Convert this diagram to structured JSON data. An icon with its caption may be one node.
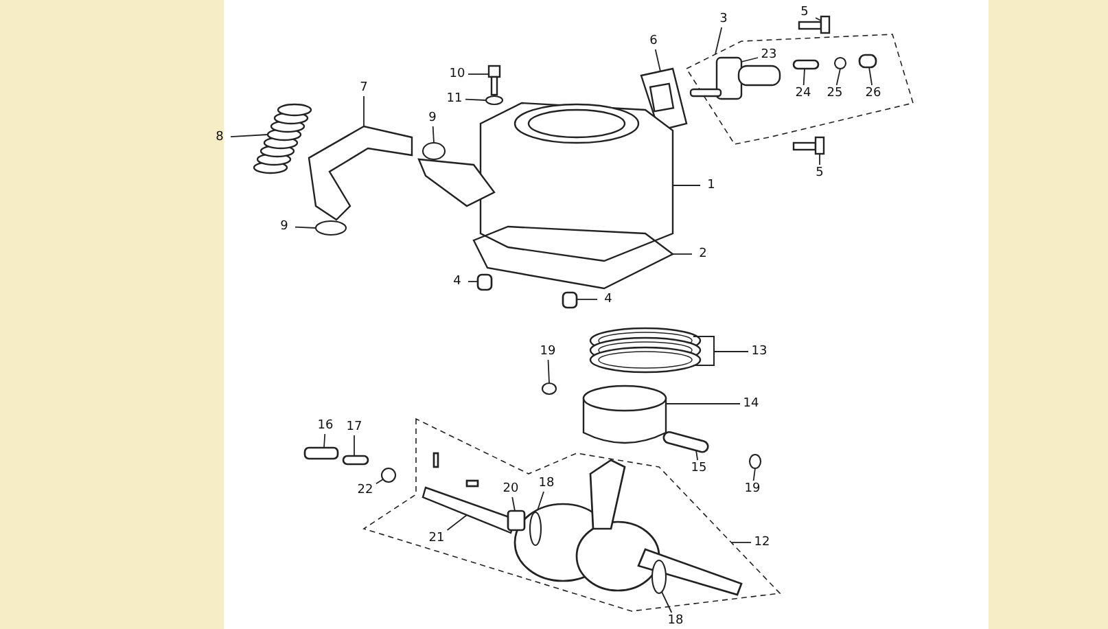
{
  "diagram": {
    "nodes": [
      {
        "text": [
          "5"
        ]
      },
      {
        "text": [
          "3"
        ]
      },
      {
        "text": [
          "10"
        ]
      },
      {
        "text": [
          "23"
        ],
        "in": 32
      },
      {
        "text": [
          "6"
        ]
      },
      {
        "text": [
          "24"
        ],
        "in": 32
      },
      {
        "text": [
          "25"
        ],
        "in": 32
      },
      {
        "text": [
          "26"
        ],
        "in": 32
      },
      {
        "text": [
          "11"
        ]
      },
      {
        "text": [
          "7"
        ]
      },
      {
        "text": [
          "5"
        ]
      },
      {
        "text": [
          "8"
        ]
      },
      {
        "text": [
          "9"
        ]
      },
      {
        "text": [
          "1"
        ]
      },
      {
        "text": [
          "9"
        ]
      },
      {
        "text": [
          "2"
        ]
      },
      {
        "text": [
          "4"
        ]
      },
      {
        "text": [
          "4"
        ]
      },
      {
        "text": [
          "13"
        ]
      },
      {
        "text": [
          "19"
        ]
      },
      {
        "text": [
          "14"
        ]
      },
      {
        "text": [
          "16"
        ]
      },
      {
        "text": [
          "17"
        ]
      },
      {
        "text": [
          "15"
        ]
      },
      {
        "text": [
          "19"
        ]
      },
      {
        "text": [
          "22"
        ]
      },
      {
        "text": [
          "20"
        ],
        "in": 59
      },
      {
        "text": [
          "18"
        ],
        "in": 59
      },
      {
        "text": [
          "12"
        ]
      },
      {
        "text": [
          "21"
        ],
        "in": 59
      },
      {
        "text": [
          "18"
        ]
      },
      {
        "text": [],
        "shape": "picture"
      },
      {
        "text": [],
        "shape": "box"
      },
      {
        "text": [],
        "shape": "picture"
      },
      {
        "text": [],
        "shape": "picture",
        "in": 32
      },
      {
        "text": [],
        "shape": "picture"
      },
      {
        "text": [],
        "shape": "box",
        "in": 32
      },
      {
        "text": [],
        "shape": "circle",
        "in": 32
      },
      {
        "text": [],
        "shape": "box",
        "in": 32
      },
      {
        "text": [],
        "shape": "circle"
      },
      {
        "text": [],
        "shape": "picture"
      },
      {
        "text": [],
        "shape": "picture"
      },
      {
        "text": [],
        "shape": "picture"
      },
      {
        "text": [],
        "shape": "circle"
      },
      {
        "text": [],
        "shape": "picture"
      },
      {
        "text": [],
        "shape": "circle"
      },
      {
        "text": [],
        "shape": "picture"
      },
      {
        "text": [],
        "shape": "box"
      },
      {
        "text": [],
        "shape": "box"
      },
      {
        "text": [],
        "shape": "picture"
      },
      {
        "text": [],
        "shape": "circle"
      },
      {
        "text": [],
        "shape": "picture"
      },
      {
        "text": [],
        "shape": "box"
      },
      {
        "text": [],
        "shape": "box"
      },
      {
        "text": [],
        "shape": "box"
      },
      {
        "text": [],
        "shape": "circle"
      },
      {
        "text": [],
        "shape": "circle"
      },
      {
        "text": [],
        "shape": "box",
        "in": 59
      },
      {
        "text": [],
        "shape": "circle",
        "in": 59
      },
      {
        "text": [],
        "shape": "box"
      },
      {
        "text": [],
        "shape": "picture",
        "in": 59
      },
      {
        "text": [],
        "shape": "circle",
        "in": 59
      }
    ],
    "edges": [
      {
        "from": 0,
        "to": 31,
        "arrow": "none"
      },
      {
        "from": 1,
        "to": 32,
        "arrow": "none"
      },
      {
        "from": 2,
        "to": 33,
        "arrow": "none"
      },
      {
        "from": 3,
        "to": 34,
        "arrow": "none"
      },
      {
        "from": 4,
        "to": 35,
        "arrow": "none"
      },
      {
        "from": 5,
        "to": 36,
        "arrow": "none"
      },
      {
        "from": 6,
        "to": 37,
        "arrow": "none"
      },
      {
        "from": 7,
        "to": 38,
        "arrow": "none"
      },
      {
        "from": 8,
        "to": 39,
        "arrow": "none"
      },
      {
        "from": 9,
        "to": 40,
        "arrow": "none"
      },
      {
        "from": 10,
        "to": 41,
        "arrow": "none"
      },
      {
        "from": 11,
        "to": 42,
        "arrow": "none"
      },
      {
        "from": 12,
        "to": 43,
        "arrow": "none"
      },
      {
        "from": 13,
        "to": 44,
        "arrow": "none"
      },
      {
        "from": 14,
        "to": 45,
        "arrow": "none"
      },
      {
        "from": 15,
        "to": 46,
        "arrow": "none"
      },
      {
        "from": 16,
        "to": 47,
        "arrow": "none"
      },
      {
        "from": 17,
        "to": 48,
        "arrow": "none"
      },
      {
        "from": 18,
        "to": 49,
        "arrow": "none"
      },
      {
        "from": 19,
        "to": 50,
        "arrow": "none"
      },
      {
        "from": 20,
        "to": 51,
        "arrow": "none"
      },
      {
        "from": 21,
        "to": 52,
        "arrow": "none"
      },
      {
        "from": 22,
        "to": 53,
        "arrow": "none"
      },
      {
        "from": 23,
        "to": 54,
        "arrow": "none"
      },
      {
        "from": 24,
        "to": 55,
        "arrow": "none"
      },
      {
        "from": 25,
        "to": 56,
        "arrow": "none"
      },
      {
        "from": 26,
        "to": 57,
        "arrow": "none"
      },
      {
        "from": 27,
        "to": 58,
        "arrow": "none"
      },
      {
        "from": 28,
        "to": 59,
        "arrow": "none"
      },
      {
        "from": 29,
        "to": 60,
        "arrow": "none"
      },
      {
        "from": 30,
        "to": 61,
        "arrow": "none"
      }
    ]
  }
}
